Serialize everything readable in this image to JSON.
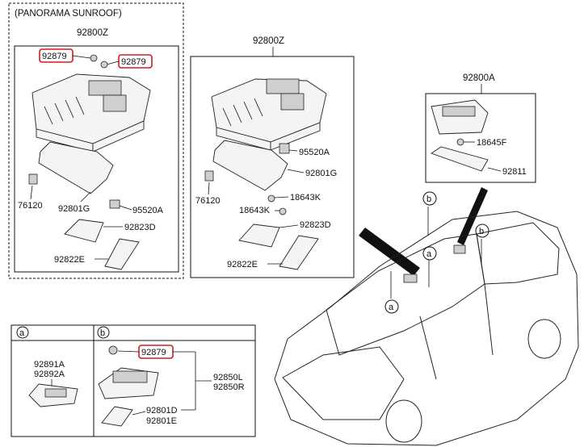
{
  "colors": {
    "highlight": "#d41b1b",
    "line": "#111111"
  },
  "panorama_group": {
    "title": "(PANORAMA SUNROOF)",
    "assembly": "92800Z",
    "labels": {
      "bulb_left": "92879",
      "bulb_right": "92879",
      "clip": "76120",
      "frame": "92801G",
      "switch": "95520A",
      "lens_holder": "92823D",
      "lens": "92822E"
    }
  },
  "standard_group": {
    "assembly": "92800Z",
    "labels": {
      "switch": "95520A",
      "frame": "92801G",
      "clip": "76120",
      "bulb_a": "18643K",
      "bulb_b": "18643K",
      "lens_holder": "92823D",
      "lens": "92822E"
    }
  },
  "room_lamp_group": {
    "assembly": "92800A",
    "labels": {
      "bulb": "18645F",
      "lens": "92811"
    }
  },
  "callouts": {
    "a": "a",
    "b": "b"
  },
  "detail_a": {
    "tag": "a",
    "labels": {
      "line1": "92891A",
      "line2": "92892A"
    }
  },
  "detail_b": {
    "tag": "b",
    "labels": {
      "bulb": "92879",
      "lamp_l": "92850L",
      "lamp_r": "92850R",
      "lens_d": "92801D",
      "lens_e": "92801E"
    }
  }
}
